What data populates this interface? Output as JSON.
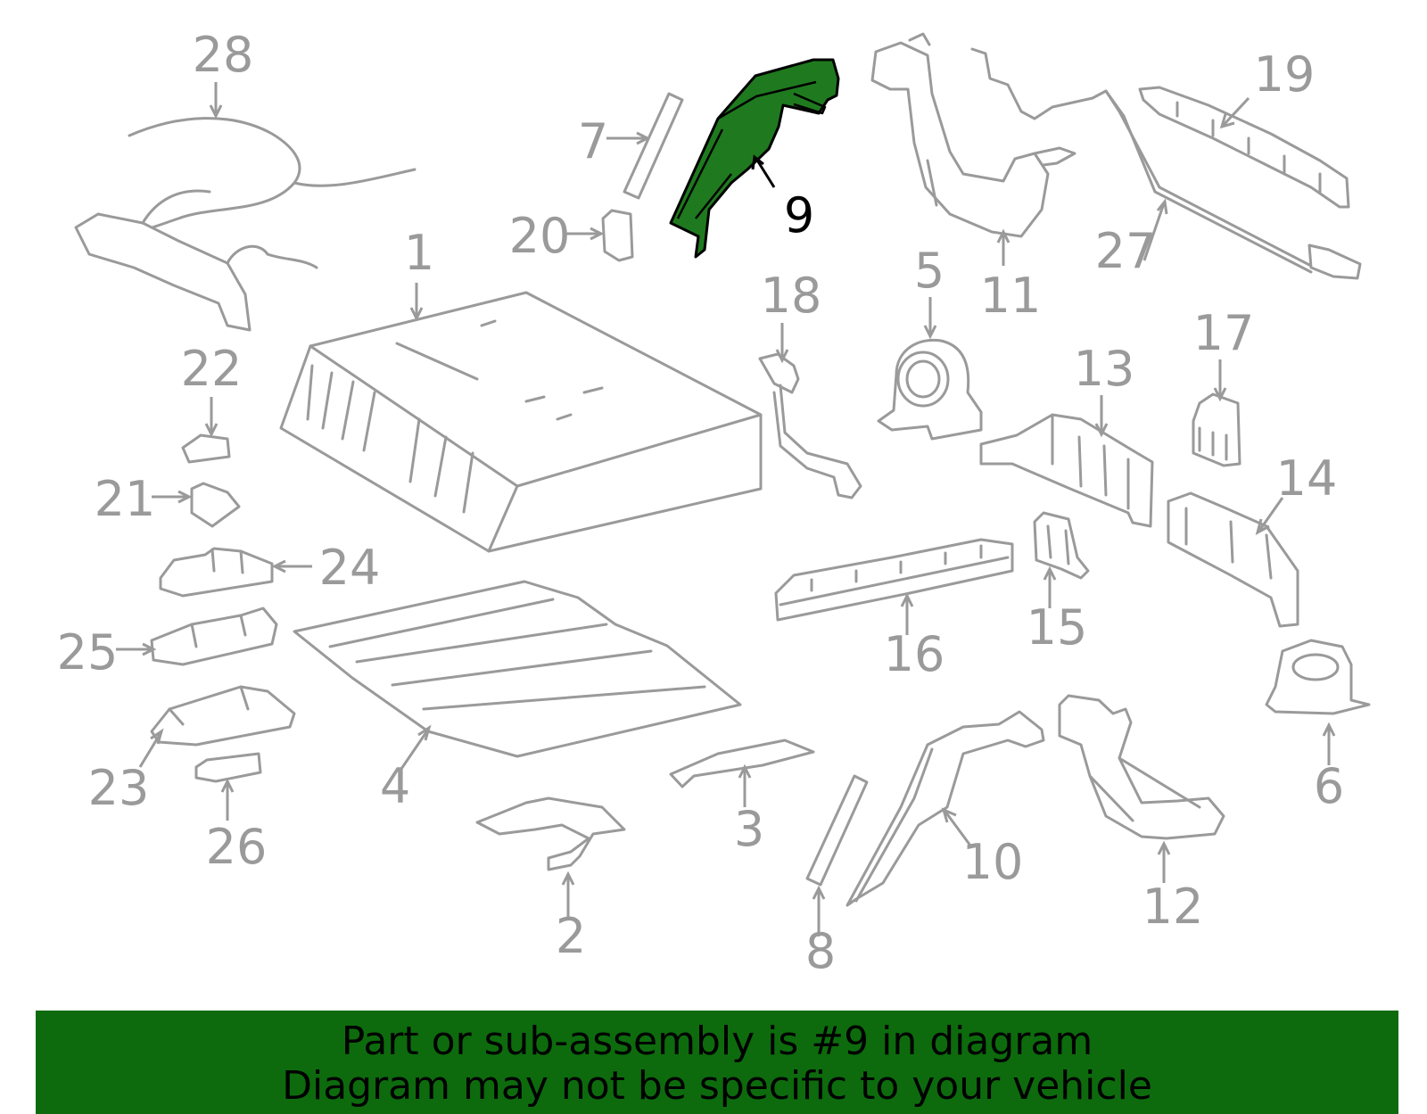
{
  "diagram": {
    "highlight_color": "#1f7a1f",
    "line_color": "#9a9a9a",
    "highlighted_part": "9",
    "callouts": [
      "1",
      "2",
      "3",
      "4",
      "5",
      "6",
      "7",
      "8",
      "9",
      "10",
      "11",
      "12",
      "13",
      "14",
      "15",
      "16",
      "17",
      "18",
      "19",
      "20",
      "21",
      "22",
      "23",
      "24",
      "25",
      "26",
      "27",
      "28"
    ]
  },
  "banner": {
    "background": "#0d6b0d",
    "line1": "Part or sub-assembly is #9 in diagram",
    "line2": "Diagram may not be specific to your vehicle"
  }
}
